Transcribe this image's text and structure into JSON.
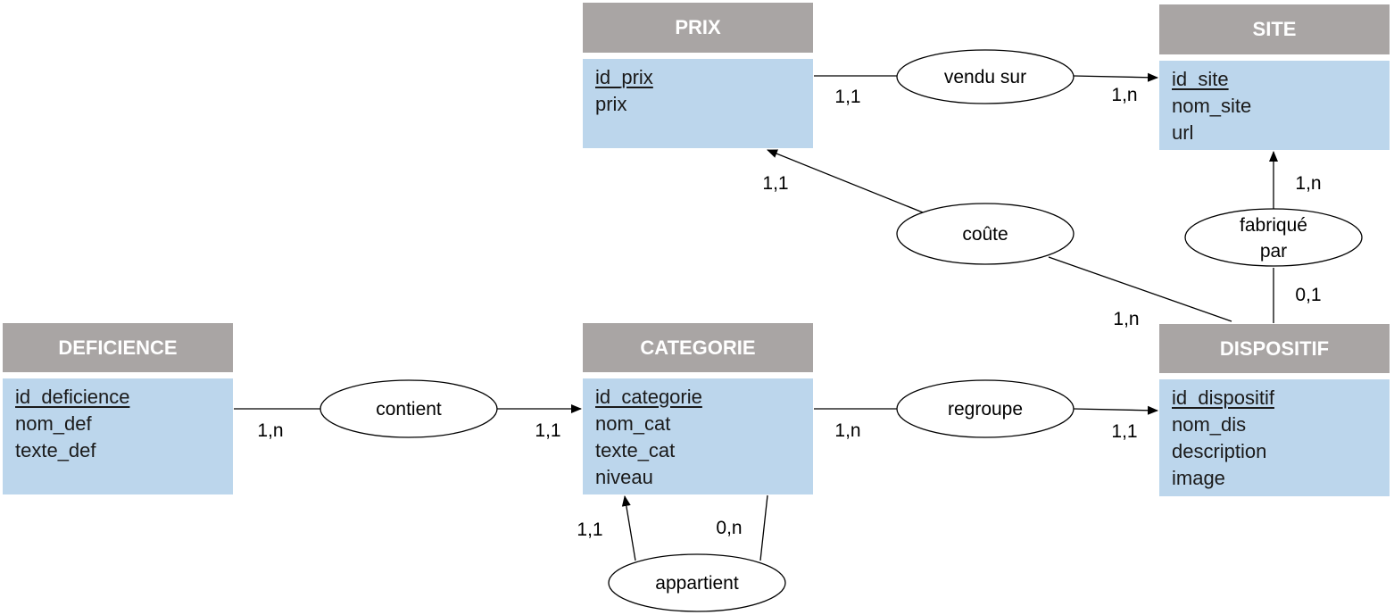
{
  "entities": {
    "prix": {
      "name": "PRIX",
      "attributes": [
        "id_prix",
        "prix"
      ]
    },
    "site": {
      "name": "SITE",
      "attributes": [
        "id_site",
        "nom_site",
        "url"
      ]
    },
    "deficience": {
      "name": "DEFICIENCE",
      "attributes": [
        "id_deficience",
        "nom_def",
        "texte_def"
      ]
    },
    "categorie": {
      "name": "CATEGORIE",
      "attributes": [
        "id_categorie",
        "nom_cat",
        "texte_cat",
        "niveau"
      ]
    },
    "dispositif": {
      "name": "DISPOSITIF",
      "attributes": [
        "id_dispositif",
        "nom_dis",
        "description",
        "image"
      ]
    }
  },
  "relations": {
    "vendu_sur": {
      "label": "vendu sur",
      "card_left": "1,1",
      "card_right": "1,n"
    },
    "coute": {
      "label": "coûte",
      "card_prix": "1,1",
      "card_dispositif": "1,n"
    },
    "fabrique_par": {
      "label_line1": "fabriqué",
      "label_line2": "par",
      "card_site": "1,n",
      "card_dispositif": "0,1"
    },
    "contient": {
      "label": "contient",
      "card_left": "1,n",
      "card_right": "1,1"
    },
    "regroupe": {
      "label": "regroupe",
      "card_left": "1,n",
      "card_right": "1,1"
    },
    "appartient": {
      "label": "appartient",
      "card_left": "1,1",
      "card_right": "0,n"
    }
  },
  "colors": {
    "header": "#a9a5a4",
    "body": "#bcd6ec",
    "line": "#000000"
  }
}
